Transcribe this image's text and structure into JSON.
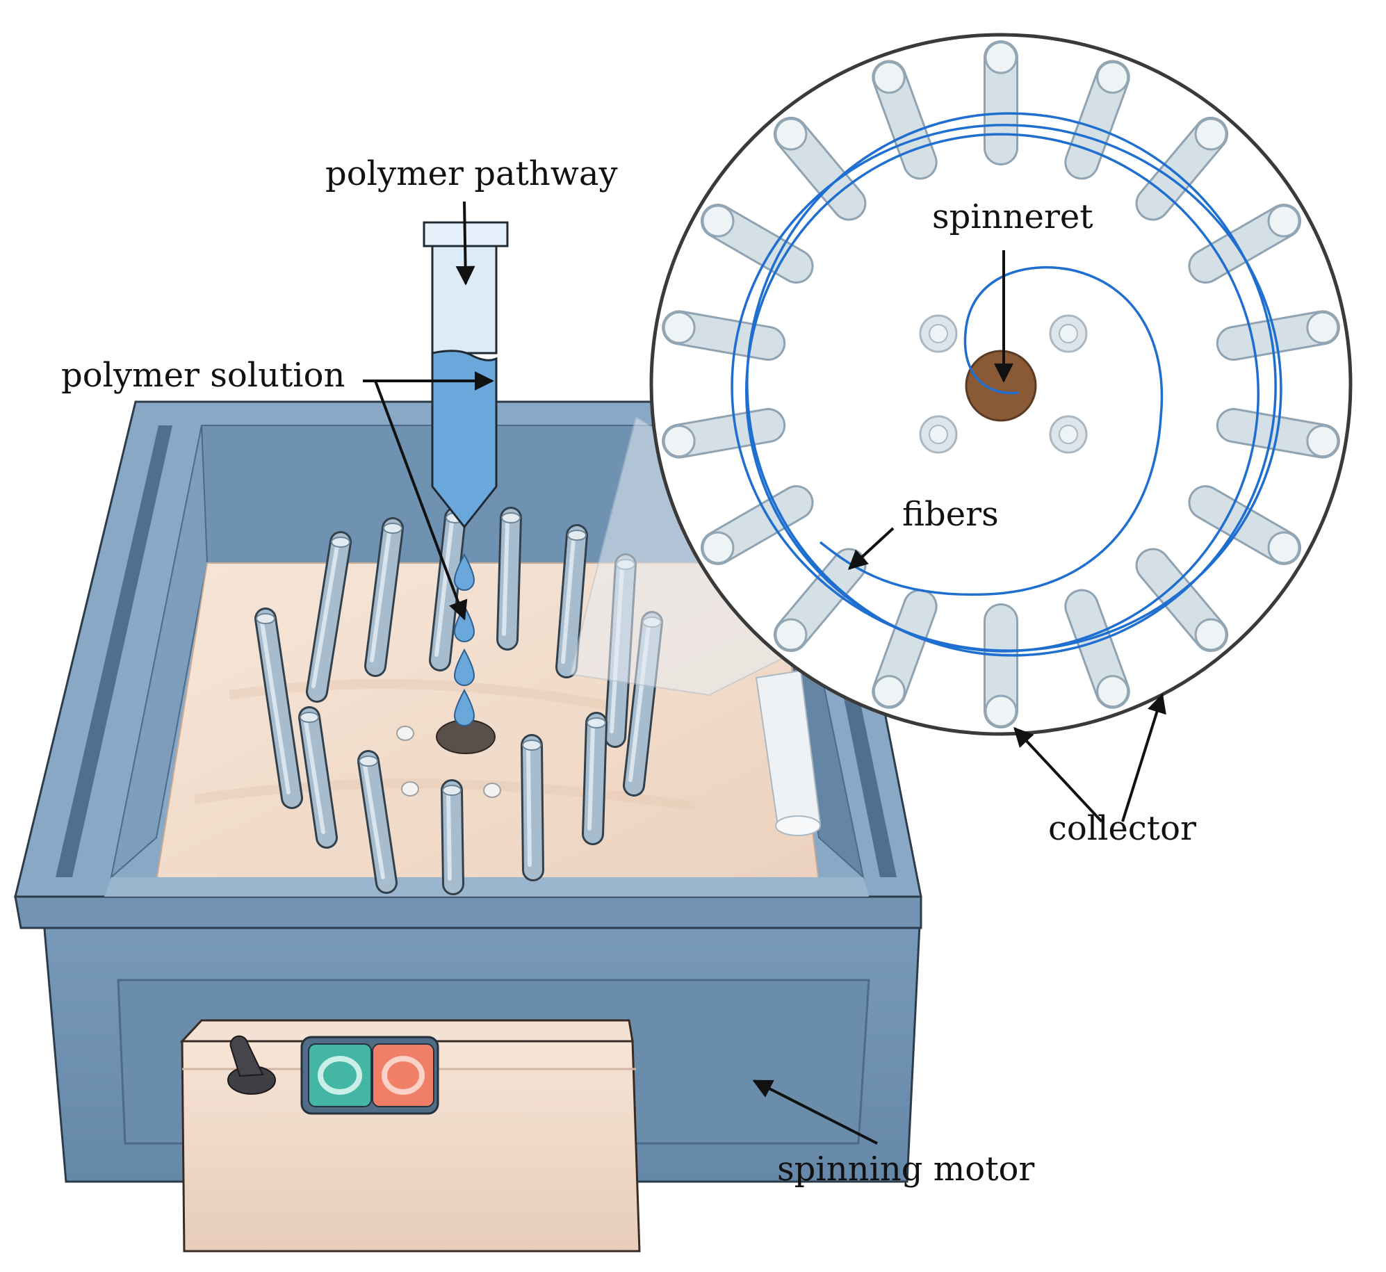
{
  "labels": {
    "polymer_pathway": "polymer pathway",
    "polymer_solution": "polymer solution",
    "spinneret": "spinneret",
    "fibers": "fibers",
    "collector": "collector",
    "spinning_motor": "spinning motor"
  },
  "colors": {
    "box_frame": "#7f9fbd",
    "box_dark": "#5d7f9f",
    "box_light": "#a9c2d8",
    "floor": "#f1dccb",
    "rod": "#9eb4c6",
    "solution": "#6aa7db",
    "fiber": "#1f6fd0",
    "spinneret": "#8a5a37",
    "motor_box": "#efd8c6",
    "start_button": "#43b7a4",
    "stop_button": "#ef7f66",
    "arrow": "#111111"
  },
  "icons": {
    "toggle_switch": "toggle-switch-icon",
    "start_button": "start-button-icon",
    "stop_button": "stop-button-icon"
  }
}
